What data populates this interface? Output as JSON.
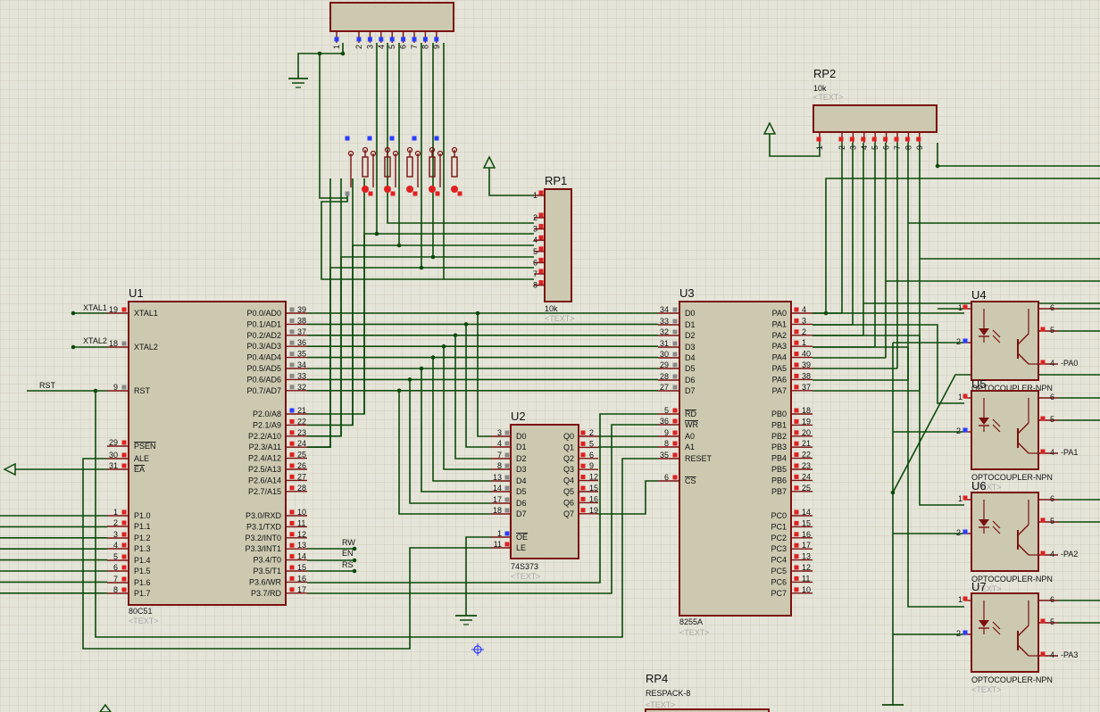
{
  "components": {
    "u1": {
      "ref": "U1",
      "type": "80C51",
      "text": "<TEXT>",
      "left_pins": [
        {
          "n": "19",
          "name": "XTAL1"
        },
        {
          "n": "18",
          "name": "XTAL2"
        },
        {
          "n": "9",
          "name": "RST"
        },
        {
          "n": "29",
          "name": "PSEN"
        },
        {
          "n": "30",
          "name": "ALE"
        },
        {
          "n": "31",
          "name": "EA"
        },
        {
          "n": "1",
          "name": "P1.0"
        },
        {
          "n": "2",
          "name": "P1.1"
        },
        {
          "n": "3",
          "name": "P1.2"
        },
        {
          "n": "4",
          "name": "P1.3"
        },
        {
          "n": "5",
          "name": "P1.4"
        },
        {
          "n": "6",
          "name": "P1.5"
        },
        {
          "n": "7",
          "name": "P1.6"
        },
        {
          "n": "8",
          "name": "P1.7"
        }
      ],
      "right_pins": [
        {
          "n": "39",
          "name": "P0.0/AD0"
        },
        {
          "n": "38",
          "name": "P0.1/AD1"
        },
        {
          "n": "37",
          "name": "P0.2/AD2"
        },
        {
          "n": "36",
          "name": "P0.3/AD3"
        },
        {
          "n": "35",
          "name": "P0.4/AD4"
        },
        {
          "n": "34",
          "name": "P0.5/AD5"
        },
        {
          "n": "33",
          "name": "P0.6/AD6"
        },
        {
          "n": "32",
          "name": "P0.7/AD7"
        },
        {
          "n": "21",
          "name": "P2.0/A8"
        },
        {
          "n": "22",
          "name": "P2.1/A9"
        },
        {
          "n": "23",
          "name": "P2.2/A10"
        },
        {
          "n": "24",
          "name": "P2.3/A11"
        },
        {
          "n": "25",
          "name": "P2.4/A12"
        },
        {
          "n": "26",
          "name": "P2.5/A13"
        },
        {
          "n": "27",
          "name": "P2.6/A14"
        },
        {
          "n": "28",
          "name": "P2.7/A15"
        },
        {
          "n": "10",
          "name": "P3.0/RXD"
        },
        {
          "n": "11",
          "name": "P3.1/TXD"
        },
        {
          "n": "12",
          "name": "P3.2/INT0"
        },
        {
          "n": "13",
          "name": "P3.3/INT1"
        },
        {
          "n": "14",
          "name": "P3.4/T0"
        },
        {
          "n": "15",
          "name": "P3.5/T1"
        },
        {
          "n": "16",
          "name": "P3.6/WR"
        },
        {
          "n": "17",
          "name": "P3.7/RD"
        }
      ]
    },
    "u2": {
      "ref": "U2",
      "type": "74S373",
      "text": "<TEXT>",
      "left_pins": [
        {
          "n": "3",
          "name": "D0"
        },
        {
          "n": "4",
          "name": "D1"
        },
        {
          "n": "7",
          "name": "D2"
        },
        {
          "n": "8",
          "name": "D3"
        },
        {
          "n": "13",
          "name": "D4"
        },
        {
          "n": "14",
          "name": "D5"
        },
        {
          "n": "17",
          "name": "D6"
        },
        {
          "n": "18",
          "name": "D7"
        },
        {
          "n": "1",
          "name": "OE"
        },
        {
          "n": "11",
          "name": "LE"
        }
      ],
      "right_pins": [
        {
          "n": "2",
          "name": "Q0"
        },
        {
          "n": "5",
          "name": "Q1"
        },
        {
          "n": "6",
          "name": "Q2"
        },
        {
          "n": "9",
          "name": "Q3"
        },
        {
          "n": "12",
          "name": "Q4"
        },
        {
          "n": "15",
          "name": "Q5"
        },
        {
          "n": "16",
          "name": "Q6"
        },
        {
          "n": "19",
          "name": "Q7"
        }
      ]
    },
    "u3": {
      "ref": "U3",
      "type": "8255A",
      "text": "<TEXT>",
      "left_pins": [
        {
          "n": "34",
          "name": "D0"
        },
        {
          "n": "33",
          "name": "D1"
        },
        {
          "n": "32",
          "name": "D2"
        },
        {
          "n": "31",
          "name": "D3"
        },
        {
          "n": "30",
          "name": "D4"
        },
        {
          "n": "29",
          "name": "D5"
        },
        {
          "n": "28",
          "name": "D6"
        },
        {
          "n": "27",
          "name": "D7"
        },
        {
          "n": "5",
          "name": "RD"
        },
        {
          "n": "36",
          "name": "WR"
        },
        {
          "n": "9",
          "name": "A0"
        },
        {
          "n": "8",
          "name": "A1"
        },
        {
          "n": "35",
          "name": "RESET"
        },
        {
          "n": "6",
          "name": "CS"
        }
      ],
      "right_pins": [
        {
          "n": "4",
          "name": "PA0"
        },
        {
          "n": "3",
          "name": "PA1"
        },
        {
          "n": "2",
          "name": "PA2"
        },
        {
          "n": "1",
          "name": "PA3"
        },
        {
          "n": "40",
          "name": "PA4"
        },
        {
          "n": "39",
          "name": "PA5"
        },
        {
          "n": "38",
          "name": "PA6"
        },
        {
          "n": "37",
          "name": "PA7"
        },
        {
          "n": "18",
          "name": "PB0"
        },
        {
          "n": "19",
          "name": "PB1"
        },
        {
          "n": "20",
          "name": "PB2"
        },
        {
          "n": "21",
          "name": "PB3"
        },
        {
          "n": "22",
          "name": "PB4"
        },
        {
          "n": "23",
          "name": "PB5"
        },
        {
          "n": "24",
          "name": "PB6"
        },
        {
          "n": "25",
          "name": "PB7"
        },
        {
          "n": "14",
          "name": "PC0"
        },
        {
          "n": "15",
          "name": "PC1"
        },
        {
          "n": "16",
          "name": "PC2"
        },
        {
          "n": "17",
          "name": "PC3"
        },
        {
          "n": "13",
          "name": "PC4"
        },
        {
          "n": "12",
          "name": "PC5"
        },
        {
          "n": "11",
          "name": "PC6"
        },
        {
          "n": "10",
          "name": "PC7"
        }
      ]
    },
    "rp1": {
      "ref": "RP1",
      "value": "10k",
      "text": "<TEXT>",
      "pins": [
        "1",
        "2",
        "3",
        "4",
        "5",
        "6",
        "7",
        "8"
      ]
    },
    "rp2": {
      "ref": "RP2",
      "value": "10k",
      "text": "<TEXT>",
      "pins": [
        "1",
        "2",
        "3",
        "4",
        "5",
        "6",
        "7",
        "8",
        "9"
      ]
    },
    "rp3_top": {
      "pins": [
        "1",
        "2",
        "3",
        "4",
        "5",
        "6",
        "7",
        "8",
        "9"
      ]
    },
    "rp4": {
      "ref": "RP4",
      "type": "RESPACK-8",
      "text": "<TEXT>"
    },
    "optos": [
      {
        "ref": "U4",
        "type": "OPTOCOUPLER-NPN",
        "text": "<TEXT>",
        "out": "PA0",
        "pins": [
          "1",
          "2",
          "6",
          "5",
          "4"
        ]
      },
      {
        "ref": "U5",
        "type": "OPTOCOUPLER-NPN",
        "text": "<TEXT>",
        "out": "PA1",
        "pins": [
          "1",
          "2",
          "6",
          "5",
          "4"
        ]
      },
      {
        "ref": "U6",
        "type": "OPTOCOUPLER-NPN",
        "text": "<TEXT>",
        "out": "PA2",
        "pins": [
          "1",
          "2",
          "6",
          "5",
          "4"
        ]
      },
      {
        "ref": "U7",
        "type": "OPTOCOUPLER-NPN",
        "text": "<TEXT>",
        "out": "PA3",
        "pins": [
          "1",
          "2",
          "6",
          "5",
          "4"
        ]
      }
    ]
  },
  "net_labels": {
    "xtal1": "XTAL1",
    "xtal2": "XTAL2",
    "rst": "RST",
    "rw": "RW",
    "en": "EN",
    "rs": "RS"
  },
  "colors": {
    "background": "#e5e4d8",
    "grid": "#cfcdbd",
    "wire": "#0b4a0b",
    "body": "#ccc9b0",
    "outline": "#7a1010",
    "pin_red": "#e02020",
    "pin_blue": "#2a3cff",
    "pin_gray": "#8a8a8a"
  }
}
